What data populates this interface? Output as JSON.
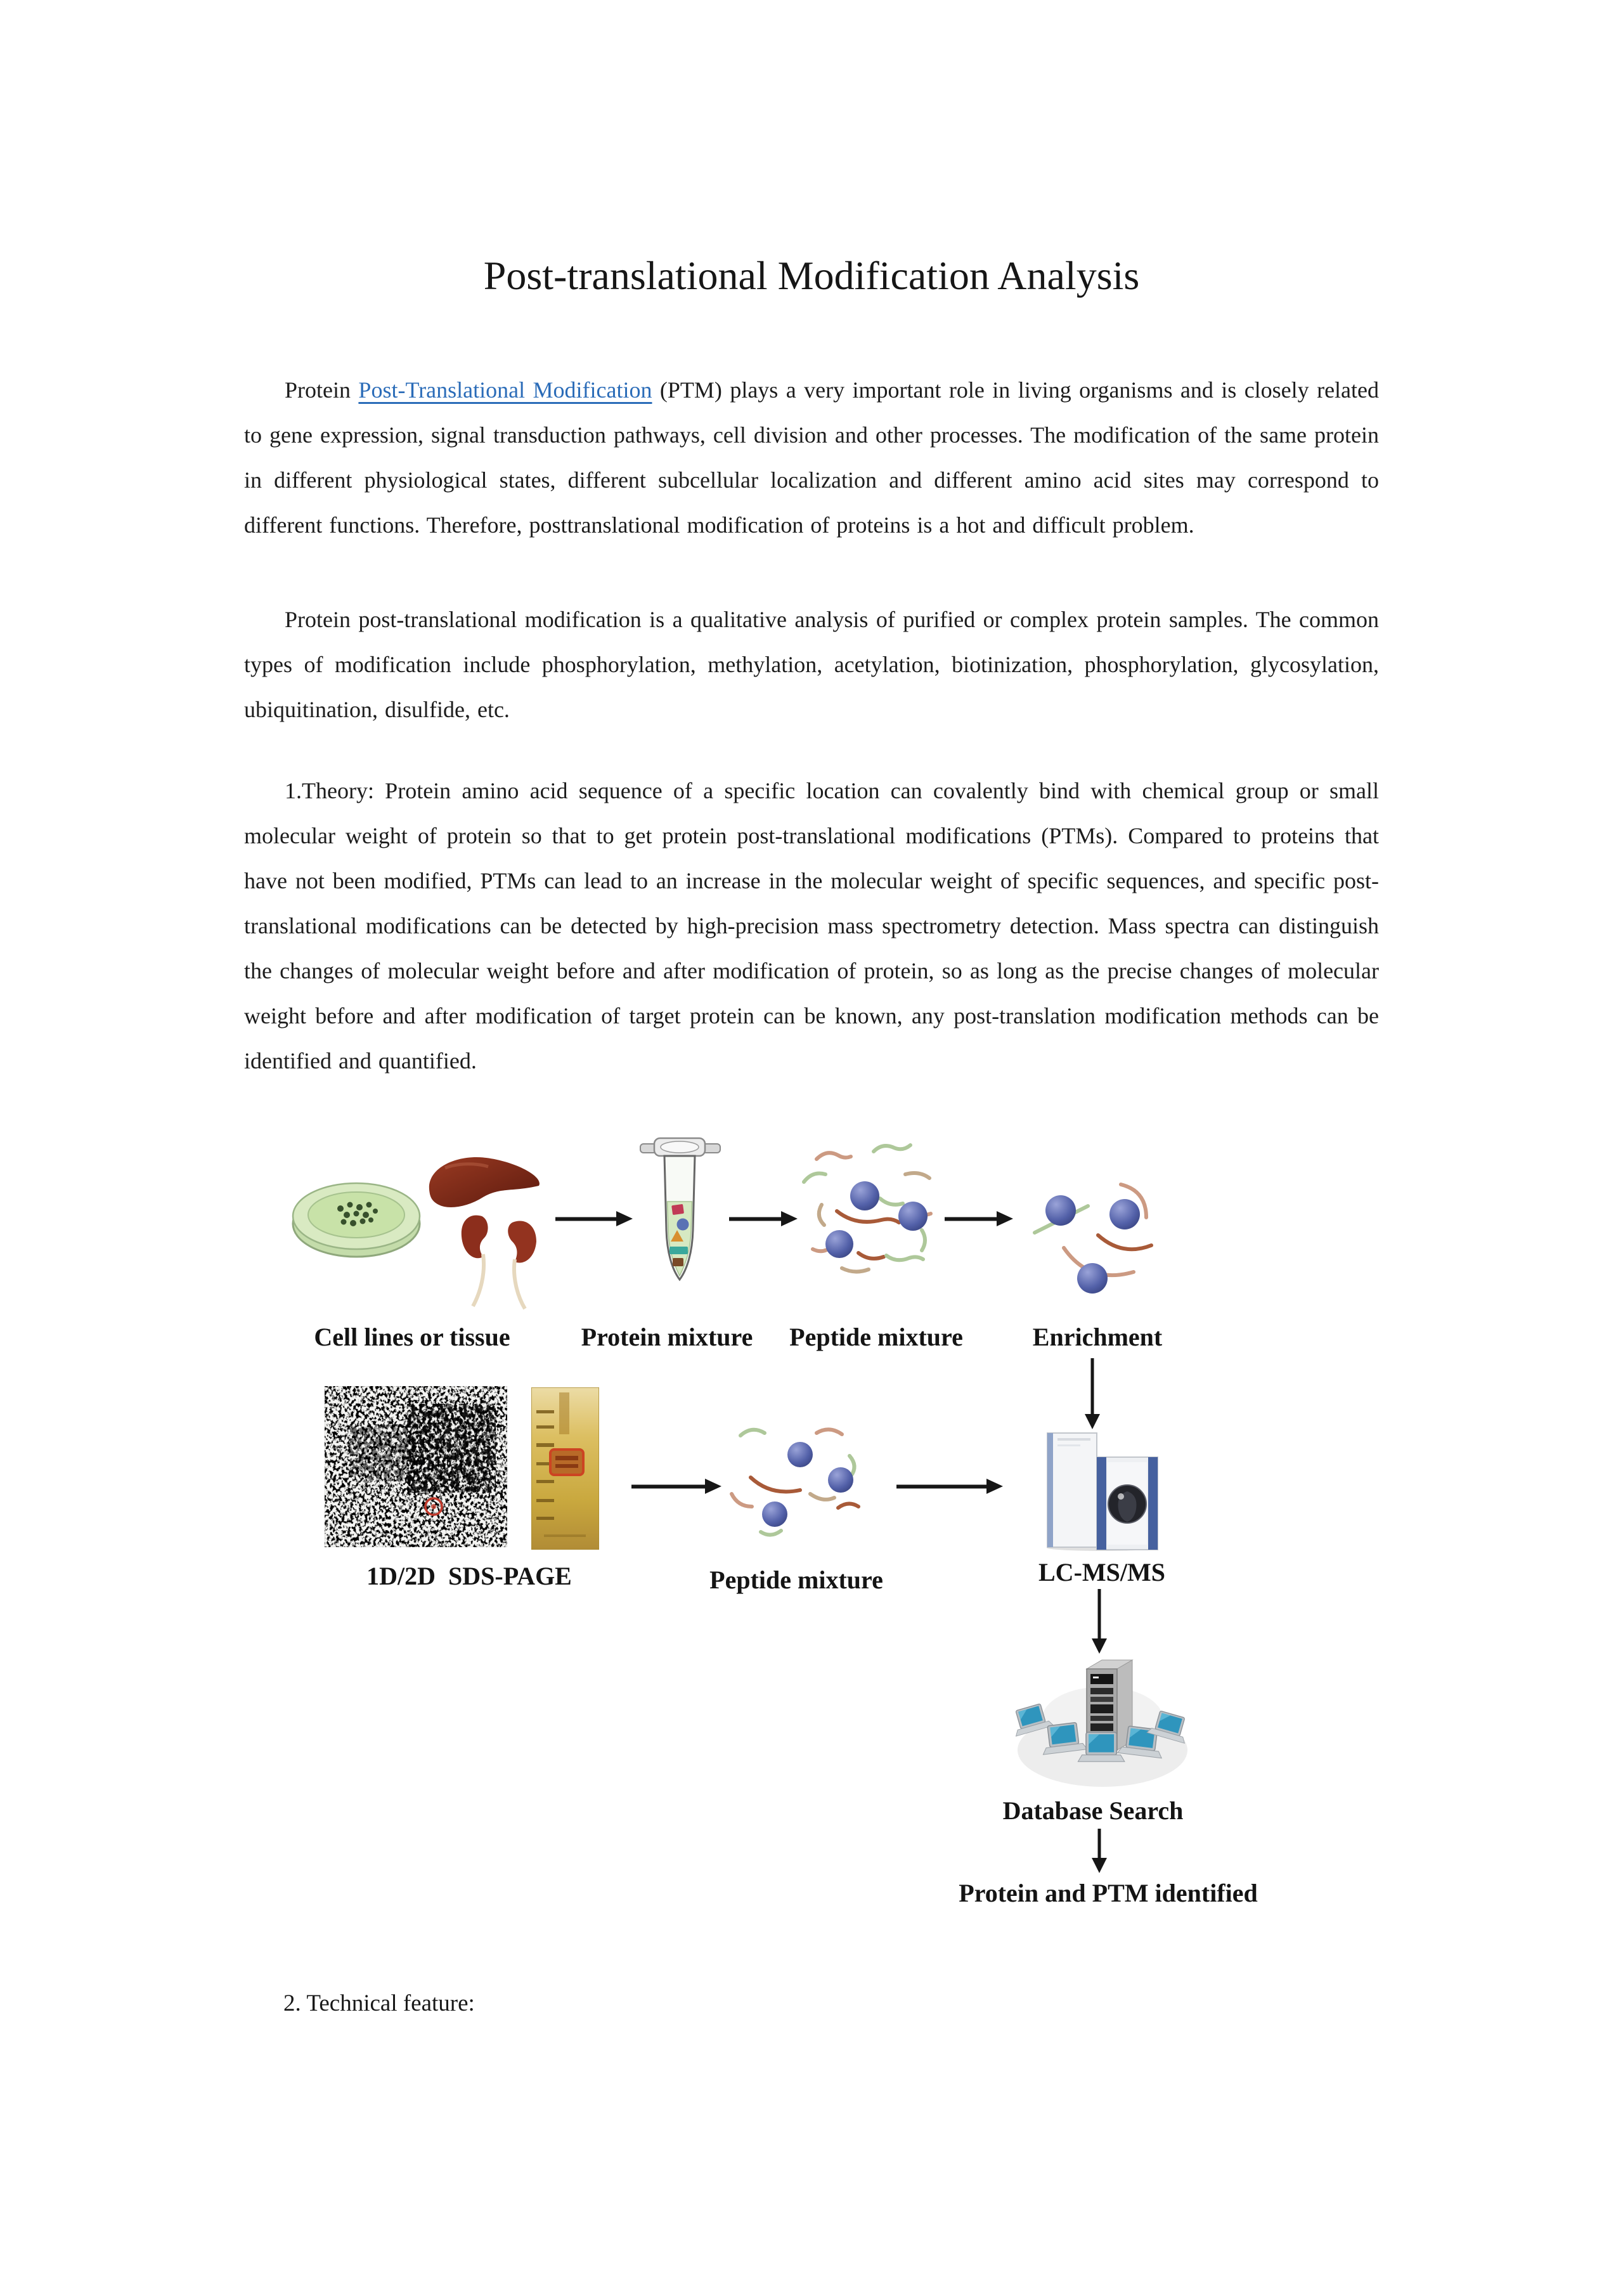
{
  "page": {
    "title": "Post-translational Modification Analysis",
    "paragraph1": {
      "prefix": "Protein ",
      "link_text": "Post-Translational Modification",
      "suffix": " (PTM) plays a very important role in living organisms and is closely related to gene expression, signal transduction pathways, cell division and other processes. The modification of the same protein in different physiological states, different subcellular localization and different amino acid sites may correspond to different functions. Therefore, posttranslational modification of proteins is a hot and difficult problem."
    },
    "paragraph2": "Protein post-translational modification is a qualitative analysis of purified or complex protein samples. The common types of modification include phosphorylation, methylation, acetylation, biotinization, phosphorylation, glycosylation, ubiquitination, disulfide, etc.",
    "paragraph3": "1.Theory: Protein amino acid sequence of a specific location can covalently bind with chemical group or small molecular weight of protein so that to get protein post-translational modifications (PTMs). Compared to proteins that have not been modified, PTMs can lead to an increase in the molecular weight of specific sequences, and specific post-translational modifications can be detected by high-precision mass spectrometry detection. Mass spectra can distinguish the changes of molecular weight before and after modification of protein, so as long as the precise changes of molecular weight before and after modification of target protein can be known, any post-translation modification methods can be identified and quantified.",
    "section2_heading": "2. Technical feature:"
  },
  "diagram": {
    "row1": {
      "labels": [
        "Cell lines or tissue",
        "Protein mixture",
        "Peptide mixture",
        "Enrichment"
      ]
    },
    "row2": {
      "labels": [
        "1D/2D  SDS-PAGE",
        "Peptide mixture",
        "LC-MS/MS"
      ]
    },
    "database_label": "Database Search",
    "result_label": "Protein and PTM identified",
    "icons": [
      "petri-dish",
      "liver",
      "kidneys",
      "eppendorf-tube",
      "peptide-mixture",
      "enrichment-beads",
      "2d-gel",
      "1d-gel-lane",
      "lcms-instrument",
      "database-server",
      "computers"
    ]
  },
  "colors": {
    "link_blue": "#2b6cb8",
    "text_black": "#1c1c1c",
    "petri_green": "#cfe3b4",
    "organ_red": "#8c2e1c",
    "sphere_blue": "#4a57a0",
    "gel_gold": "#c9a83e",
    "machine_blue": "#46619f",
    "screen_teal": "#2f95bd",
    "arrow_black": "#161616"
  }
}
